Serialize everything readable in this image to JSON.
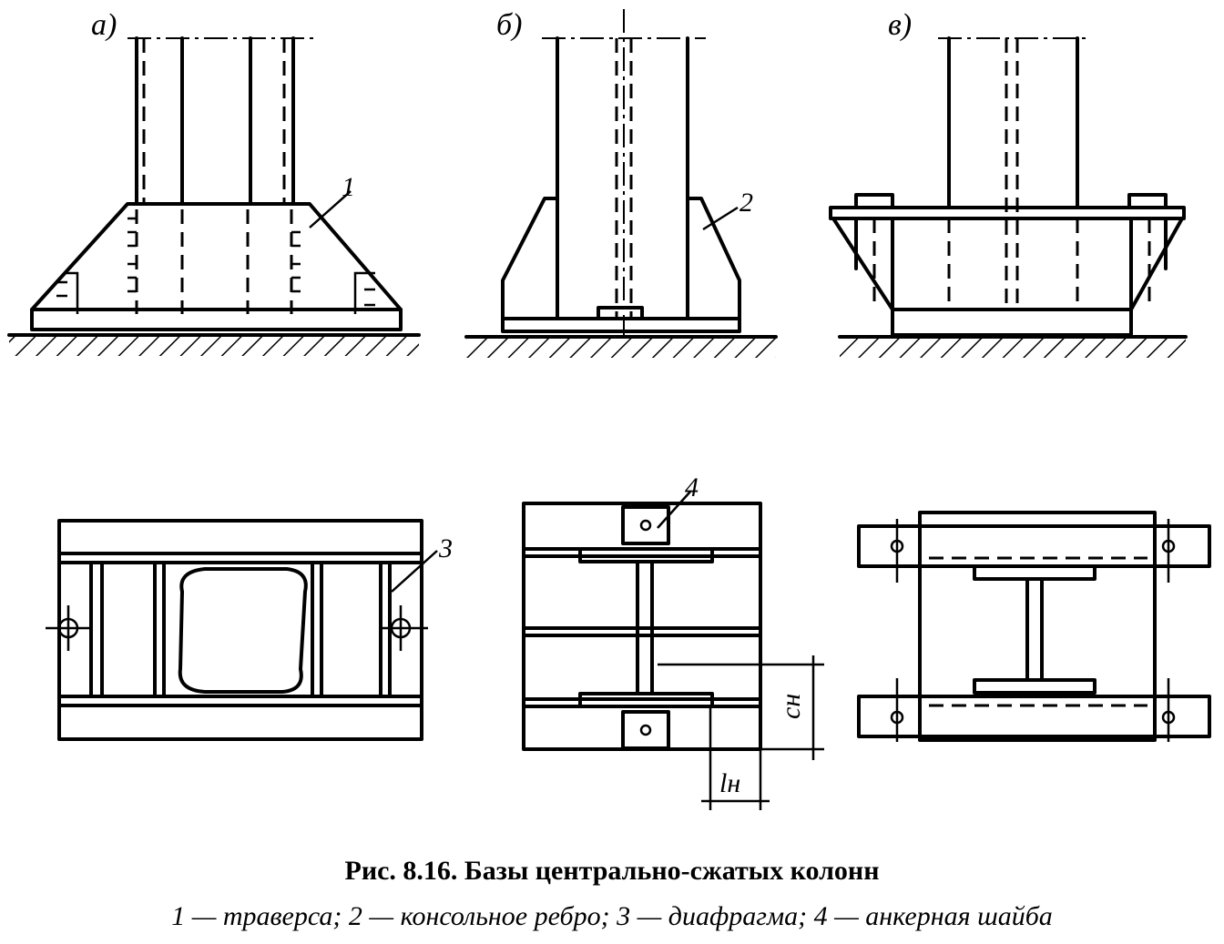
{
  "figure": {
    "variant_labels": [
      "а)",
      "б)",
      "в)"
    ],
    "callouts": [
      "1",
      "2",
      "3",
      "4"
    ],
    "dim_labels": {
      "cn": "cн",
      "ln": "lн"
    },
    "caption_title": "Рис. 8.16. Базы центрально-сжатых колонн",
    "caption_legend": "1 — траверса; 2 — консольное ребро; 3 — диафрагма; 4 — анкерная шайба"
  }
}
